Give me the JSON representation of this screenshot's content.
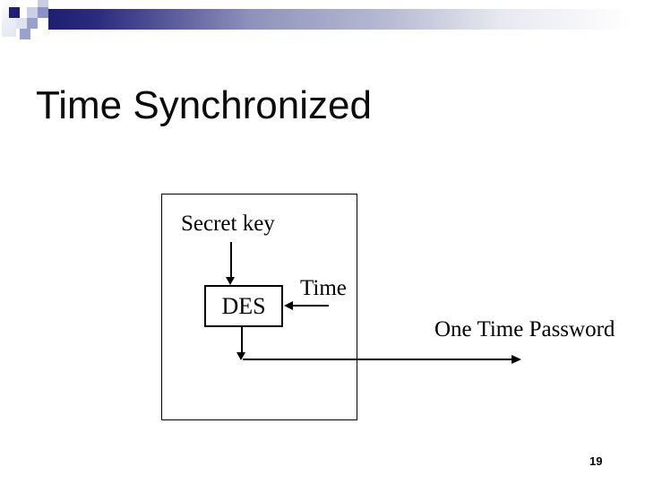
{
  "slide": {
    "title": "Time Synchronized",
    "page_number": "19"
  },
  "diagram": {
    "secret_key_label": "Secret key",
    "des_label": "DES",
    "time_label": "Time",
    "otp_label": "One Time Password"
  },
  "colors": {
    "accent_navy": "#1f1f72",
    "decor_medium_blue": "#8a92c6",
    "decor_light_lavender": "#ccd0e6",
    "text": "#000000",
    "background": "#ffffff"
  }
}
